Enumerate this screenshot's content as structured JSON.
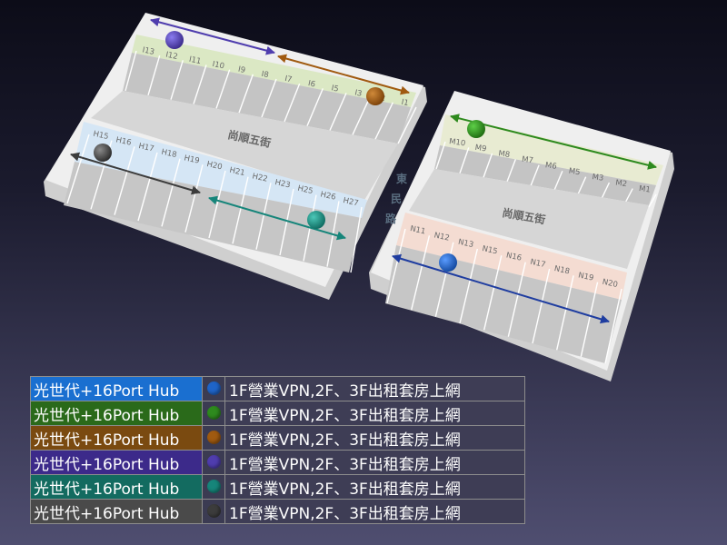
{
  "block_left": {
    "top_row_units": [
      "I13",
      "I12",
      "I11",
      "I10",
      "I9",
      "I8",
      "I7",
      "I6",
      "I5",
      "I3",
      "I2",
      "I1"
    ],
    "bottom_row_units": [
      "H15",
      "H16",
      "H17",
      "H18",
      "H19",
      "H20",
      "H21",
      "H22",
      "H23",
      "H25",
      "H26",
      "H27"
    ],
    "street": "尚順五街"
  },
  "block_right": {
    "top_row_units": [
      "M10",
      "M9",
      "M8",
      "M7",
      "M6",
      "M5",
      "M3",
      "M2",
      "M1"
    ],
    "bottom_row_units": [
      "N11",
      "N12",
      "N13",
      "N15",
      "N16",
      "N17",
      "N18",
      "N19",
      "N20"
    ],
    "street": "尚順五街"
  },
  "road_between": [
    "東",
    "民",
    "路"
  ],
  "colors": {
    "blue": "#1f64c8",
    "green": "#2e8a1e",
    "orange": "#a05a10",
    "purple": "#4f3dae",
    "teal": "#16857a",
    "gray": "#3c3c3c"
  },
  "legend": [
    {
      "name": "光世代+16Port Hub",
      "color": "blue",
      "desc": "1F營業VPN,2F、3F出租套房上網"
    },
    {
      "name": "光世代+16Port Hub",
      "color": "green",
      "desc": "1F營業VPN,2F、3F出租套房上網"
    },
    {
      "name": "光世代+16Port Hub",
      "color": "orange",
      "desc": "1F營業VPN,2F、3F出租套房上網"
    },
    {
      "name": "光世代+16Port Hub",
      "color": "purple",
      "desc": "1F營業VPN,2F、3F出租套房上網"
    },
    {
      "name": "光世代+16Port Hub",
      "color": "teal",
      "desc": "1F營業VPN,2F、3F出租套房上網"
    },
    {
      "name": "光世代+16Port Hub",
      "color": "gray",
      "desc": "1F營業VPN,2F、3F出租套房上網"
    }
  ]
}
